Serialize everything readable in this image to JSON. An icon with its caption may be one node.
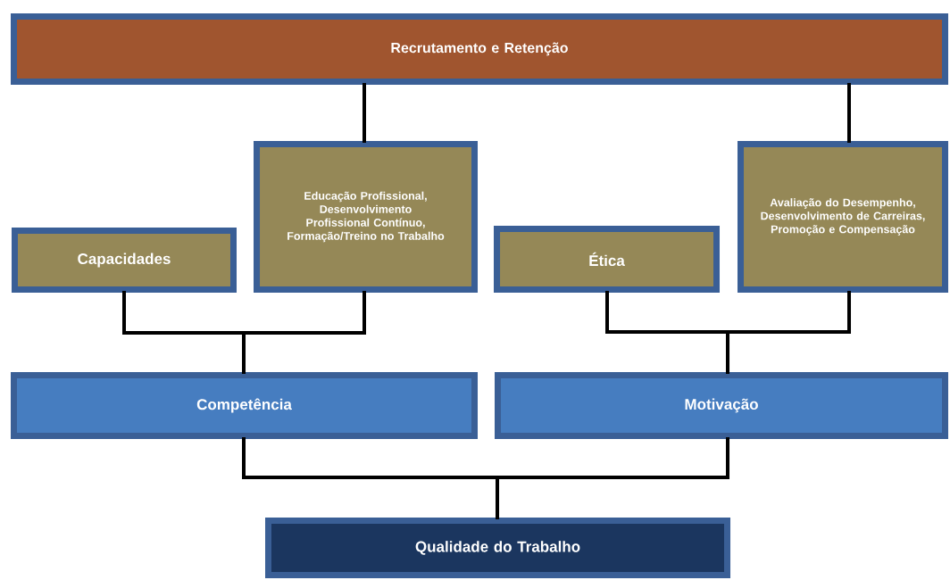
{
  "diagram": {
    "nodes": [
      {
        "text": [
          "Recrutamento e Retenção"
        ]
      },
      {
        "text": [
          "Capacidades"
        ]
      },
      {
        "text": [
          "Educação Profissional, Desenvolvimento Profissional Contínuo, Formação/Treino no Trabalho"
        ]
      },
      {
        "text": [
          "Ética"
        ]
      },
      {
        "text": [
          "Avaliação do Desempenho, Desenvolvimento de Carreiras, Promoção e Compensação"
        ]
      },
      {
        "text": [
          "Competência"
        ]
      },
      {
        "text": [
          "Motivação"
        ]
      },
      {
        "text": [
          "Qualidade do Trabalho"
        ]
      }
    ],
    "edges": [
      {
        "from": 0,
        "to": 2,
        "arrow": "none"
      },
      {
        "from": 0,
        "to": 4,
        "arrow": "none"
      },
      {
        "from": 1,
        "to": 5,
        "arrow": "none"
      },
      {
        "from": 2,
        "to": 5,
        "arrow": "none"
      },
      {
        "from": 3,
        "to": 6,
        "arrow": "none"
      },
      {
        "from": 4,
        "to": 6,
        "arrow": "none"
      },
      {
        "from": 5,
        "to": 7,
        "arrow": "none"
      },
      {
        "from": 6,
        "to": 7,
        "arrow": "none"
      }
    ]
  }
}
